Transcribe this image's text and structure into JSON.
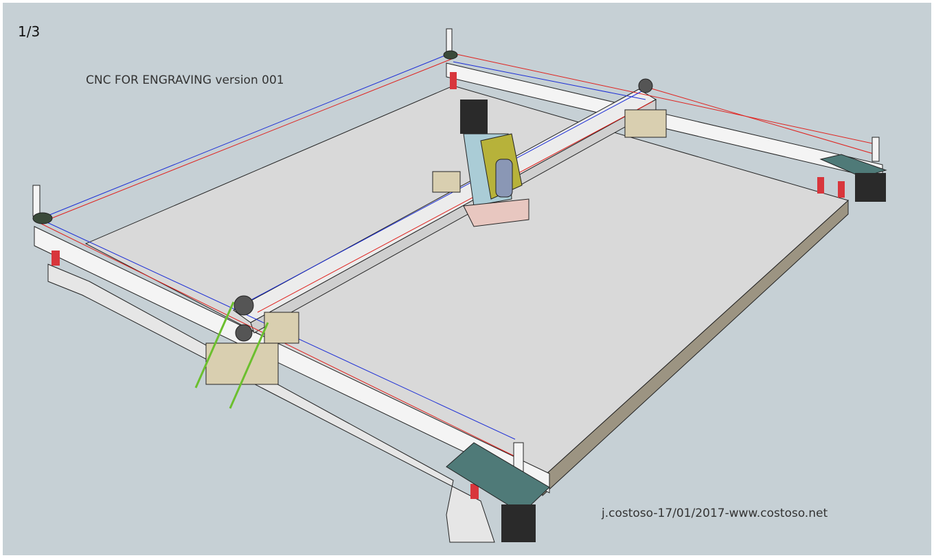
{
  "page_number": "1/3",
  "title": "CNC FOR ENGRAVING version 001",
  "credit": "j.costoso-17/01/2017-www.costoso.net",
  "colors": {
    "background": "#c6d0d5",
    "board": "#d9d9d9",
    "rail": "#f4f4f4",
    "belt_blue": "#1a2cd6",
    "belt_red": "#e0201c",
    "motor": "#2a2a2a",
    "plate": "#4f7a78",
    "foot": "#d8363c"
  }
}
